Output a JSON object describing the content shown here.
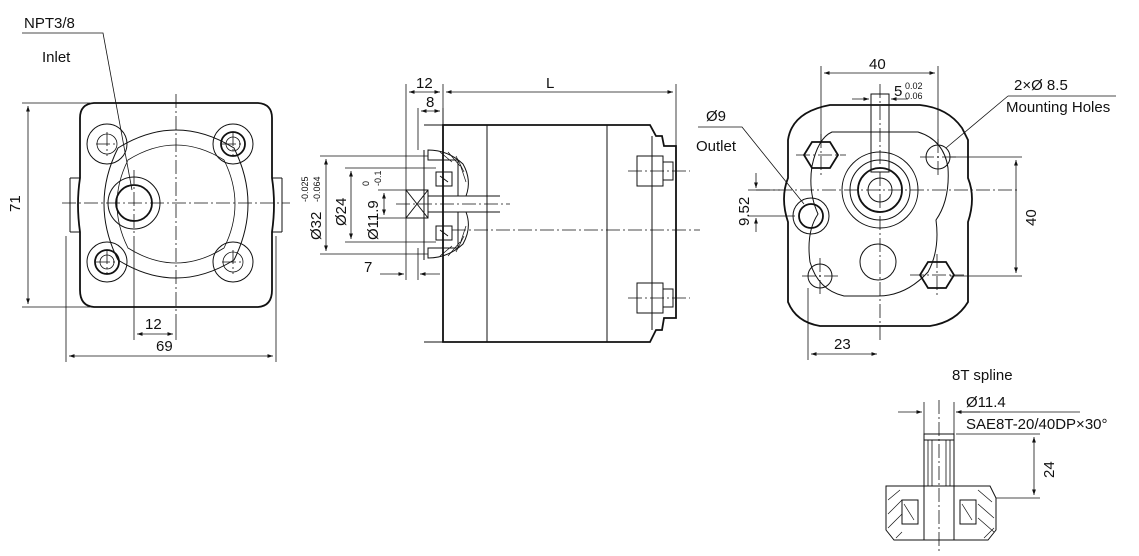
{
  "inlet_view": {
    "thread_label": "NPT3/8",
    "port_label": "Inlet",
    "height_dim": "71",
    "port_offset_dim": "12",
    "width_dim": "69"
  },
  "side_view": {
    "flange_dim": "12",
    "pilot_dim": "8",
    "length_dim": "L",
    "pilot_dia_base": "Ø32",
    "pilot_dia_tol_upper": "-0.025",
    "pilot_dia_tol_lower": "-0.064",
    "boss_dia": "Ø24",
    "shaft_dia_base": "Ø11.9",
    "shaft_dia_tol_upper": "0",
    "shaft_dia_tol_lower": "-0.1",
    "key_offset_dim": "7"
  },
  "outlet_view": {
    "bolt_spacing_dim": "40",
    "key_width_base": "5",
    "key_width_tol_upper": "0.02",
    "key_width_tol_lower": "0.06",
    "mounting_holes_spec": "2×Ø 8.5",
    "mounting_holes_label": "Mounting Holes",
    "outlet_dia": "Ø9",
    "outlet_label": "Outlet",
    "outlet_offset_dim": "9.52",
    "vertical_spacing_dim": "40",
    "bottom_offset_dim": "23"
  },
  "spline_detail": {
    "title": "8T spline",
    "spline_dia": "Ø11.4",
    "spline_spec": "SAE8T-20/40DP×30°",
    "spline_length_dim": "24"
  }
}
